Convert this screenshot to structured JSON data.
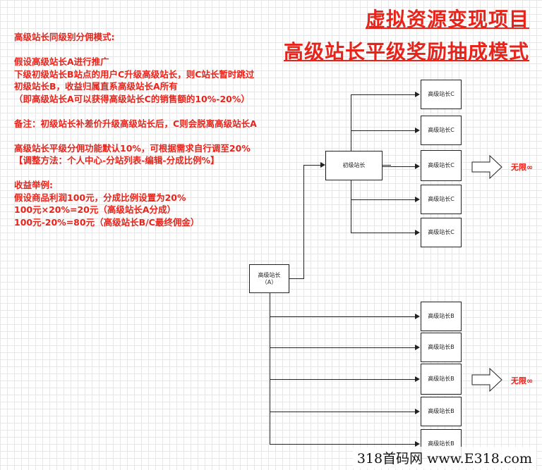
{
  "titles": {
    "line1": "虚拟资源变现项目",
    "line2": "高级站长平级奖励抽成模式"
  },
  "description": {
    "heading": "高级站长同级别分佣模式:",
    "p1": [
      "假设高级站长A进行推广",
      "下级初级站长B站点的用户C升级高级站长，则C站长暂时跳过初级站长B，收益归属直系高级站长A所有",
      "（即高级站长A可以获得高级站长C的销售额的10%-20%）"
    ],
    "p2": "备注：初级站长补差价升级高级站长后，C则会脱离高级站长A",
    "p3": [
      "高级站长平级分佣功能默认10%，可根据需求自行调至20%",
      "【调整方法：个人中心-分站列表-编辑-分成比例%】"
    ],
    "p4": [
      "收益举例:",
      "假设商品利润100元，分成比例设置为20%",
      "100元×20%=20元（高级站长A分成）",
      "100元-20%=80元（高级站长B/C最终佣金）"
    ]
  },
  "diagram": {
    "root": {
      "label": "高级站长",
      "sub": "（A）"
    },
    "junior": "初级站长",
    "c_nodes": [
      "高级站长C",
      "高级站长C",
      "高级站长C",
      "高级站长C",
      "高级站长C"
    ],
    "b_nodes": [
      "高级站长B",
      "高级站长B",
      "高级站长B",
      "高级站长B",
      "高级站长B"
    ],
    "infinite_label_c": "无限∞",
    "infinite_label_b": "无限∞"
  },
  "watermark": "318首码网 www.E318.com"
}
